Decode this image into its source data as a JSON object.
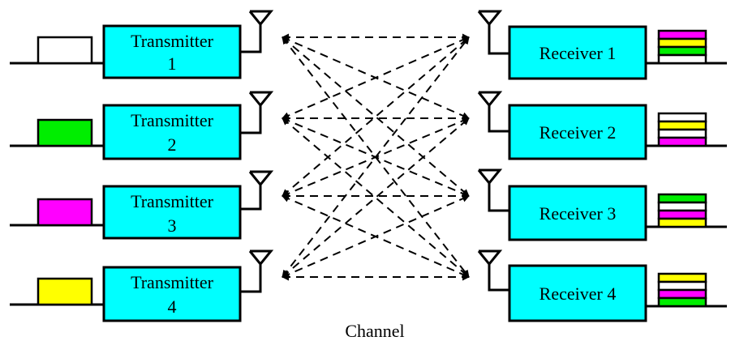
{
  "colors": {
    "block_fill": "#00ffff",
    "link_color": "#000000"
  },
  "transmitters": [
    {
      "line1": "Transmitter",
      "line2": "1",
      "signal_color": "#ffffff"
    },
    {
      "line1": "Transmitter",
      "line2": "2",
      "signal_color": "#00ee00"
    },
    {
      "line1": "Transmitter",
      "line2": "3",
      "signal_color": "#ff00ff"
    },
    {
      "line1": "Transmitter",
      "line2": "4",
      "signal_color": "#ffff00"
    }
  ],
  "receivers": [
    {
      "label": "Receiver 1",
      "stack_colors": [
        "#ff00ff",
        "#ffff00",
        "#00ee00",
        "#ffffff"
      ]
    },
    {
      "label": "Receiver 2",
      "stack_colors": [
        "#ffffff",
        "#ffff00",
        "#ffffff",
        "#ff00ff"
      ]
    },
    {
      "label": "Receiver 3",
      "stack_colors": [
        "#00ee00",
        "#ffffff",
        "#ff00ff",
        "#ffff00"
      ]
    },
    {
      "label": "Receiver 4",
      "stack_colors": [
        "#ffff00",
        "#ffffff",
        "#ff00ff",
        "#00ee00"
      ]
    }
  ],
  "channel_label": "Channel",
  "icons": {
    "transmit_antenna": "antenna-icon",
    "receive_antenna": "antenna-icon"
  }
}
